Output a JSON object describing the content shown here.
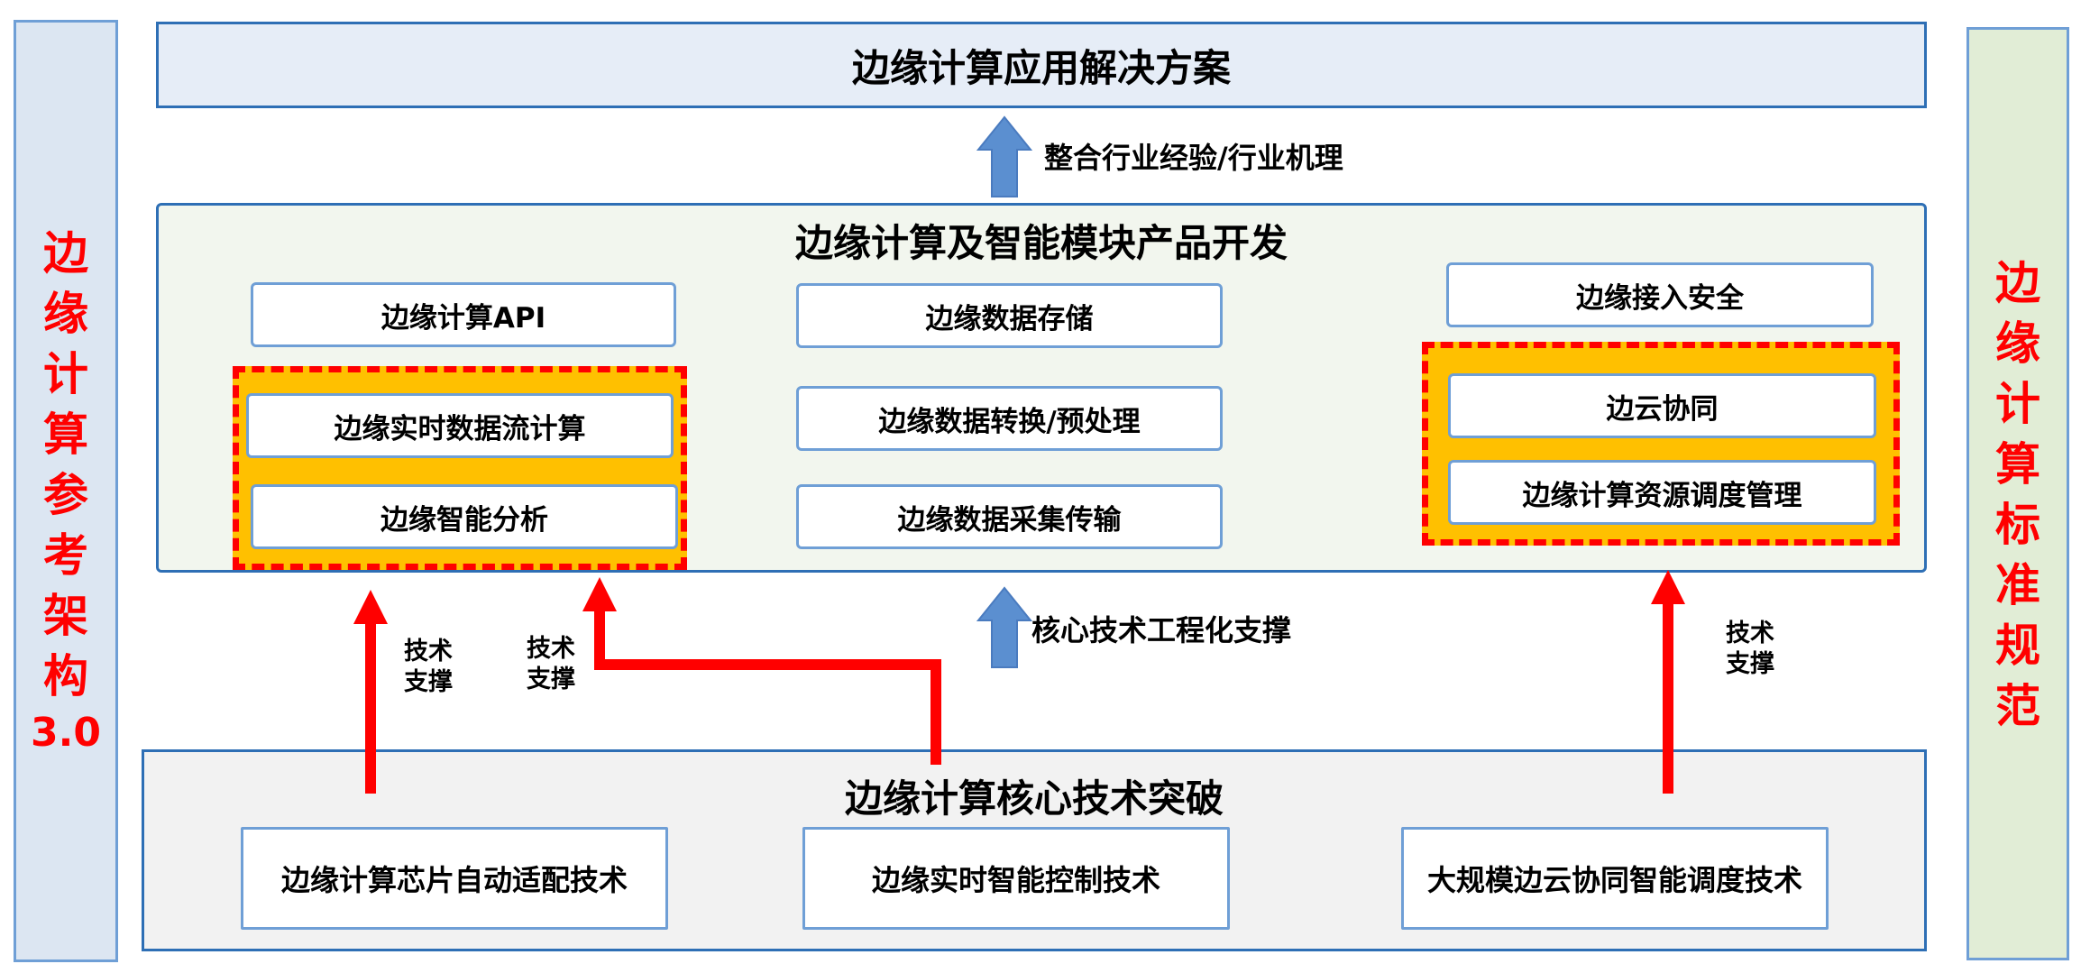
{
  "left_bar": {
    "chars": [
      "边",
      "缘",
      "计",
      "算",
      "参",
      "考",
      "架",
      "构"
    ],
    "version": "3.0"
  },
  "right_bar": {
    "chars": [
      "边",
      "缘",
      "计",
      "算",
      "标",
      "准",
      "规",
      "范"
    ]
  },
  "top_panel": {
    "title": "边缘计算应用解决方案"
  },
  "arrow_top_label": "整合行业经验/行业机理",
  "mid_panel": {
    "title": "边缘计算及智能模块产品开发",
    "modules": {
      "api": "边缘计算API",
      "stream": "边缘实时数据流计算",
      "analysis": "边缘智能分析",
      "storage": "边缘数据存储",
      "transform": "边缘数据转换/预处理",
      "collect": "边缘数据采集传输",
      "security": "边缘接入安全",
      "cloud_collab": "边云协同",
      "scheduling": "边缘计算资源调度管理"
    }
  },
  "arrow_mid_label": "核心技术工程化支撑",
  "support_labels": {
    "left_1": [
      "技术",
      "支撑"
    ],
    "left_2": [
      "技术",
      "支撑"
    ],
    "right": [
      "技术",
      "支撑"
    ]
  },
  "bottom_panel": {
    "title": "边缘计算核心技术突破",
    "items": [
      "边缘计算芯片自动适配技术",
      "边缘实时智能控制技术",
      "大规模边云协同智能调度技术"
    ]
  },
  "colors": {
    "panel_border": "#2e6fb5",
    "box_border": "#6f9fd6",
    "highlight_fill": "#ffc000",
    "highlight_dash": "#ff0000",
    "support_arrow": "#ff0000",
    "flow_arrow": "#5b8fd0",
    "side_text": "#ff0000"
  }
}
